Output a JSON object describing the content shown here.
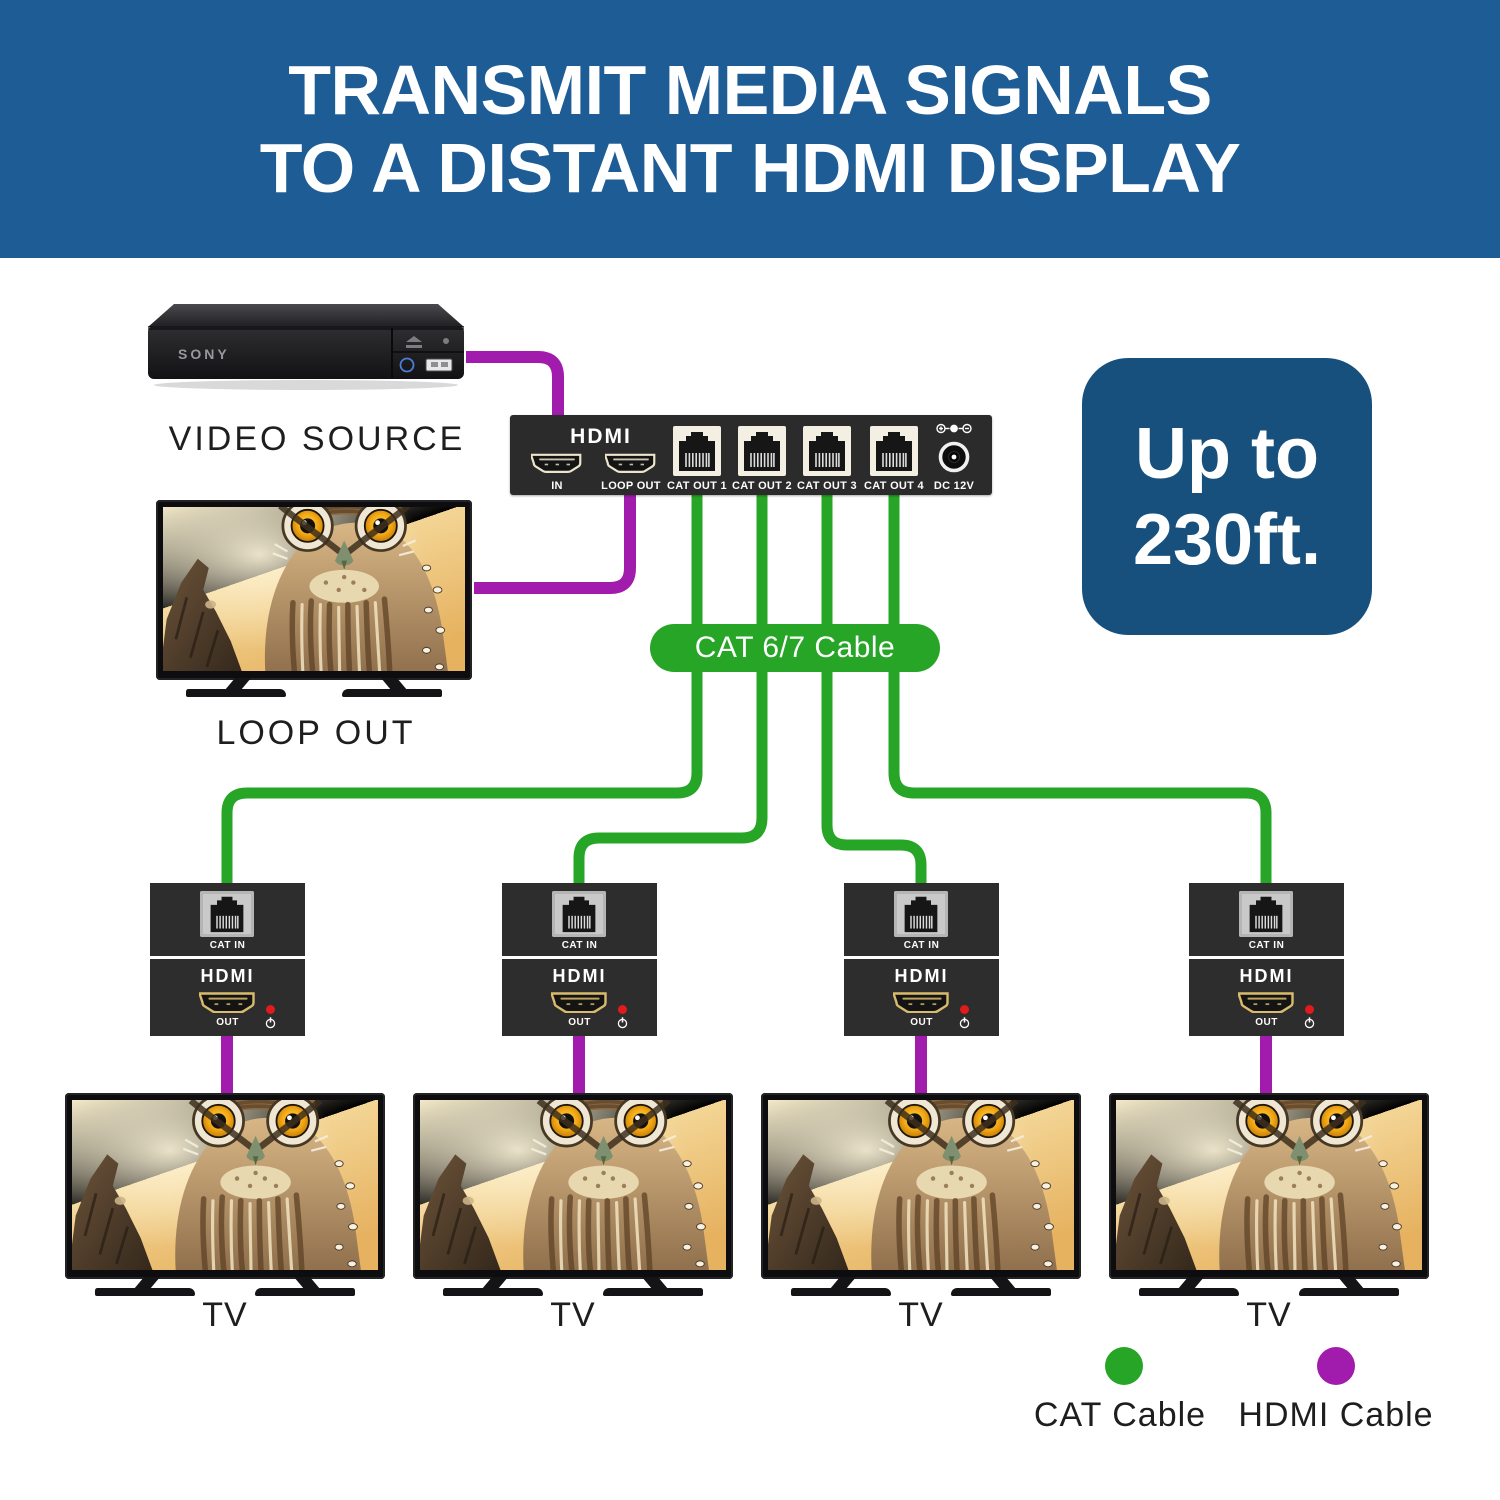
{
  "banner": {
    "line1": "TRANSMIT MEDIA SIGNALS",
    "line2": "TO A DISTANT HDMI DISPLAY",
    "bg_color": "#1D5C95"
  },
  "source": {
    "brand": "SONY",
    "label": "VIDEO SOURCE"
  },
  "loop_tv": {
    "label": "LOOP OUT"
  },
  "splitter": {
    "hdmi_logo": "HDMI",
    "ports": [
      "IN",
      "LOOP OUT",
      "CAT OUT 1",
      "CAT OUT 2",
      "CAT OUT 3",
      "CAT OUT 4"
    ],
    "dc_label": "DC 12V"
  },
  "distance_badge": {
    "line1": "Up to",
    "line2": "230ft.",
    "bg_color": "#17507C"
  },
  "cat_badge": {
    "label": "CAT 6/7 Cable",
    "bg_color": "#26A526"
  },
  "receiver": {
    "cat_in_label": "CAT IN",
    "hdmi_logo": "HDMI",
    "out_label": "OUT"
  },
  "tvs": [
    "TV",
    "TV",
    "TV",
    "TV"
  ],
  "legend": {
    "cat_label": "CAT Cable",
    "cat_color": "#26A526",
    "hdmi_label": "HDMI Cable",
    "hdmi_color": "#A11CAD"
  }
}
